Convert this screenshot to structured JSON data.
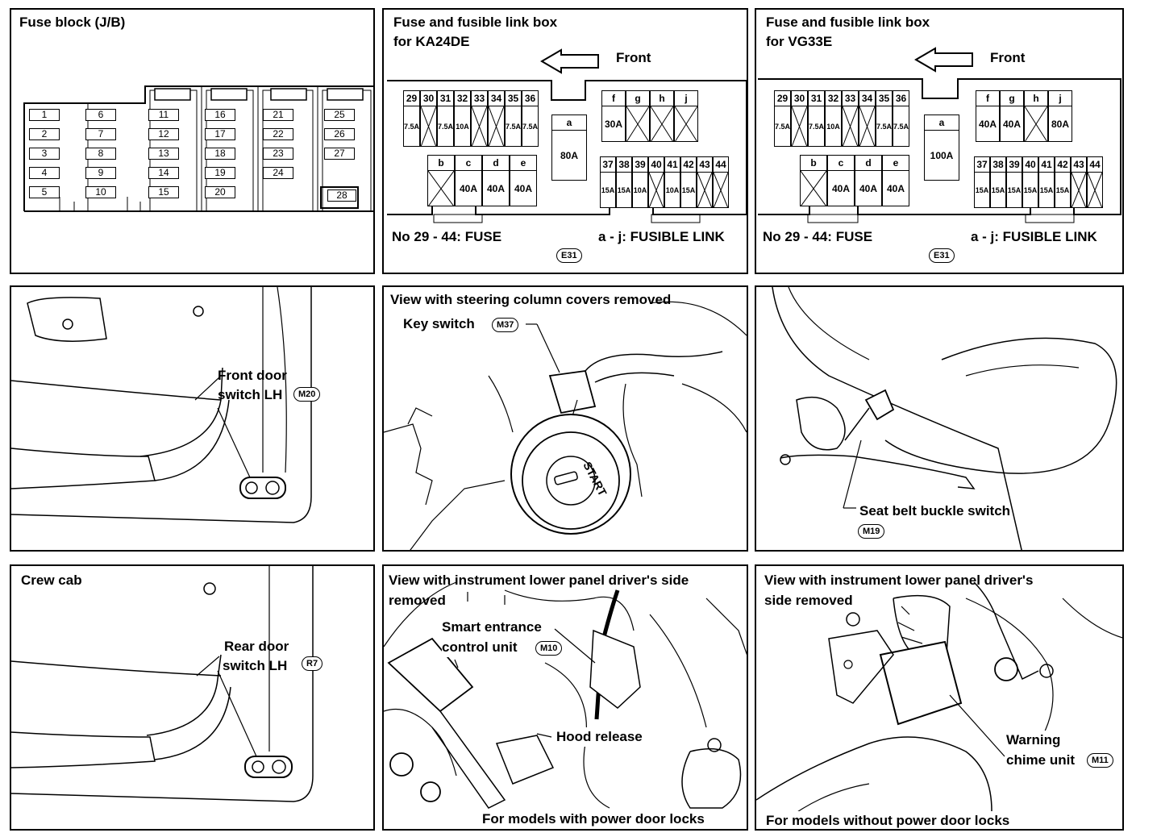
{
  "p1": {
    "title": "Fuse block (J/B)",
    "fuses": [
      "1",
      "2",
      "3",
      "4",
      "5",
      "6",
      "7",
      "8",
      "9",
      "10",
      "11",
      "12",
      "13",
      "14",
      "15",
      "16",
      "17",
      "18",
      "19",
      "20",
      "21",
      "22",
      "23",
      "24",
      "25",
      "26",
      "27",
      "28"
    ]
  },
  "p2": {
    "title_line1": "Fuse and fusible link box",
    "title_line2": "for KA24DE",
    "front": "Front",
    "top_left_nums": [
      "29",
      "30",
      "31",
      "32",
      "33",
      "34",
      "35",
      "36"
    ],
    "top_left_amps": [
      "7.5A",
      "",
      "7.5A",
      "10A",
      "",
      "",
      "7.5A",
      "7.5A"
    ],
    "link_a": "a",
    "link_a_amp": "80A",
    "top_right_letters": [
      "f",
      "g",
      "h",
      "j"
    ],
    "top_right_amps": [
      "30A",
      "",
      "",
      ""
    ],
    "bottom_left_letters": [
      "b",
      "c",
      "d",
      "e"
    ],
    "bottom_left_amps": [
      "",
      "40A",
      "40A",
      "40A"
    ],
    "bottom_right_nums": [
      "37",
      "38",
      "39",
      "40",
      "41",
      "42",
      "43",
      "44"
    ],
    "bottom_right_amps": [
      "15A",
      "15A",
      "10A",
      "",
      "10A",
      "15A",
      "",
      ""
    ],
    "legend_fuse": "No 29 - 44:  FUSE",
    "legend_link": "a - j:  FUSIBLE LINK",
    "connector": "E31"
  },
  "p3": {
    "title_line1": "Fuse and fusible link box",
    "title_line2": "for VG33E",
    "front": "Front",
    "top_left_nums": [
      "29",
      "30",
      "31",
      "32",
      "33",
      "34",
      "35",
      "36"
    ],
    "top_left_amps": [
      "7.5A",
      "",
      "7.5A",
      "10A",
      "",
      "",
      "7.5A",
      "7.5A"
    ],
    "link_a": "a",
    "link_a_amp": "100A",
    "top_right_letters": [
      "f",
      "g",
      "h",
      "j"
    ],
    "top_right_amps": [
      "40A",
      "40A",
      "",
      "80A"
    ],
    "bottom_left_letters": [
      "b",
      "c",
      "d",
      "e"
    ],
    "bottom_left_amps": [
      "",
      "40A",
      "40A",
      "40A"
    ],
    "bottom_right_nums": [
      "37",
      "38",
      "39",
      "40",
      "41",
      "42",
      "43",
      "44"
    ],
    "bottom_right_amps": [
      "15A",
      "15A",
      "15A",
      "15A",
      "15A",
      "15A",
      "",
      ""
    ],
    "legend_fuse": "No 29 - 44:  FUSE",
    "legend_link": "a - j:  FUSIBLE LINK",
    "connector": "E31"
  },
  "p4": {
    "label_line1": "Front door",
    "label_line2": "switch LH",
    "connector": "M20"
  },
  "p5": {
    "title": "View with steering column covers removed",
    "label": "Key switch",
    "connector": "M37",
    "ignition_text": "START"
  },
  "p6": {
    "label": "Seat belt buckle switch",
    "connector": "M19"
  },
  "p7": {
    "title": "Crew cab",
    "label_line1": "Rear door",
    "label_line2": "switch LH",
    "connector": "R7"
  },
  "p8": {
    "title_line1": "View with instrument lower panel driver's side",
    "title_line2": "removed",
    "label_line1": "Smart entrance",
    "label_line2": "control unit",
    "connector": "M10",
    "hood": "Hood release",
    "footer": "For models with power door locks"
  },
  "p9": {
    "title_line1": "View with instrument lower panel driver's",
    "title_line2": "side removed",
    "label_line1": "Warning",
    "label_line2": "chime unit",
    "connector": "M11",
    "footer": "For models without power door locks"
  }
}
